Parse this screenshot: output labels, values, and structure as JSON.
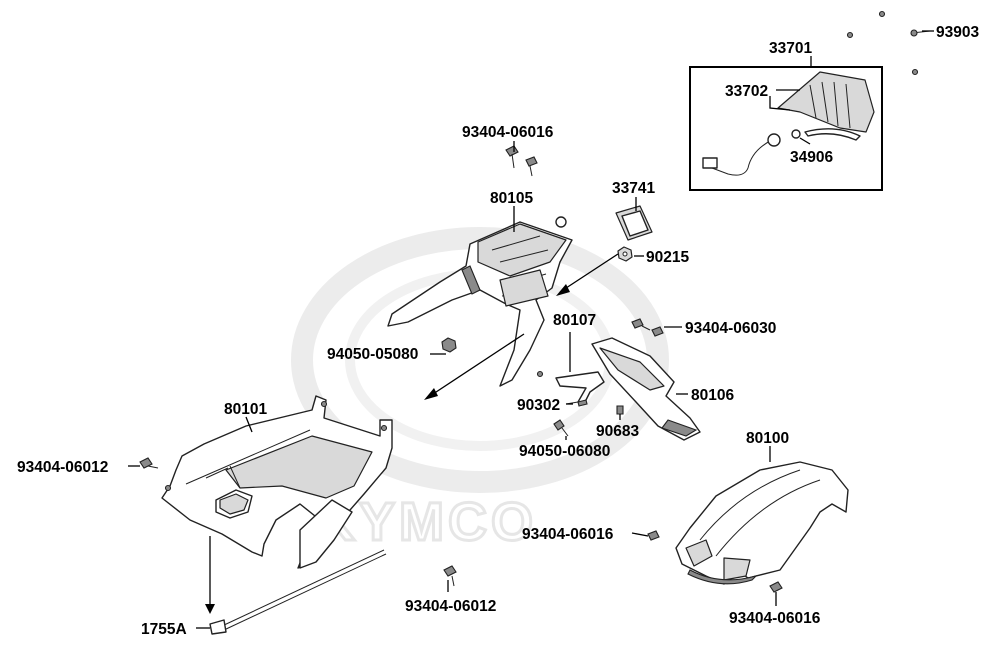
{
  "watermark": {
    "brand": "KYMCO"
  },
  "labels": {
    "p33701": "33701",
    "p33702": "33702",
    "p34906": "34906",
    "p93903": "93903",
    "p93404_06016_top": "93404-06016",
    "p80105": "80105",
    "p33741": "33741",
    "p90215": "90215",
    "p93404_06030": "93404-06030",
    "p80107": "80107",
    "p94050_05080": "94050-05080",
    "p80106": "80106",
    "p90302": "90302",
    "p90683": "90683",
    "p94050_06080": "94050-06080",
    "p80101": "80101",
    "p93404_06012_left": "93404-06012",
    "p80100": "80100",
    "p93404_06016_mid": "93404-06016",
    "p93404_06012_bottom": "93404-06012",
    "p93404_06016_bottom": "93404-06016",
    "p1755A": "1755A"
  },
  "colors": {
    "line": "#222222",
    "fill": "#ffffff",
    "shade": "#d9d9d9",
    "watermark": "#e6e6e6"
  }
}
